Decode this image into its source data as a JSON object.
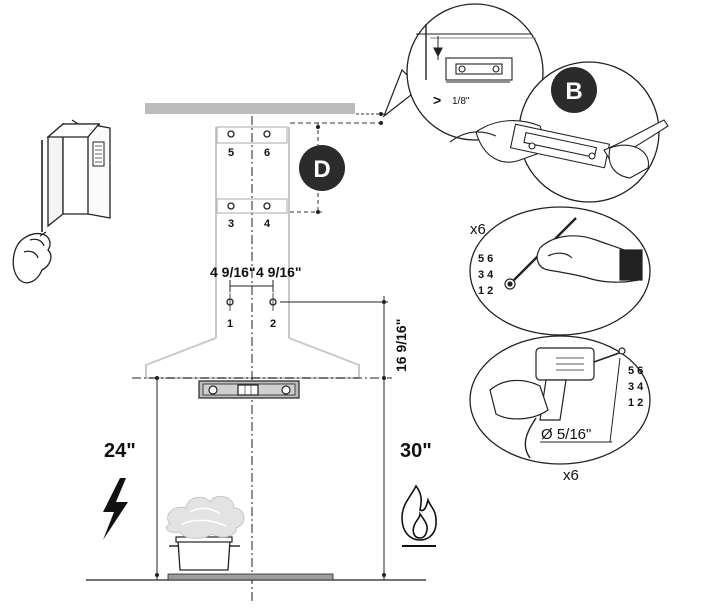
{
  "badges": {
    "b": "B",
    "d": "D"
  },
  "holes": {
    "h1": "1",
    "h2": "2",
    "h3": "3",
    "h4": "4",
    "h5": "5",
    "h6": "6"
  },
  "dimensions": {
    "spacing_left": "4 9/16\"",
    "spacing_right": "4 9/16\"",
    "height_hood": "16 9/16\"",
    "clearance_electric": "24\"",
    "clearance_gas": "30\"",
    "gap": "1/8\"",
    "drill_diameter": "Ø 5/16\""
  },
  "counts": {
    "mark_times": "x6",
    "drill_times": "x6"
  },
  "hole_pattern": {
    "row1": "5 6",
    "row2": "3 4",
    "row3": "1 2"
  },
  "icons": [
    "lightning-bolt-icon",
    "flame-icon",
    "spirit-level-icon",
    "pot-icon",
    "drill-icon",
    "pencil-hand-icon"
  ]
}
